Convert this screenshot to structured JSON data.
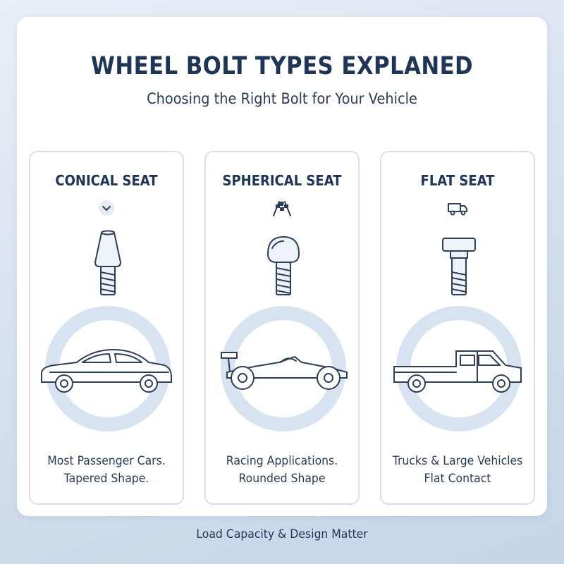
{
  "header": {
    "title": "WHEEL BOLT TYPES EXPLANED",
    "subtitle": "Choosing the Right Bolt for Your Vehicle"
  },
  "panels": [
    {
      "title": "CONICAL SEAT",
      "icon": "chevron-down-icon",
      "bolt": "conical-bolt",
      "vehicle": "sedan",
      "desc_line1": "Most Passenger Cars.",
      "desc_line2": "Tapered Shape."
    },
    {
      "title": "SPHERICAL SEAT",
      "icon": "checkered-flags-icon",
      "bolt": "spherical-bolt",
      "vehicle": "race-car",
      "desc_line1": "Racing Applications.",
      "desc_line2": "Rounded Shape"
    },
    {
      "title": "FLAT SEAT",
      "icon": "truck-icon",
      "bolt": "flat-bolt",
      "vehicle": "pickup-truck",
      "desc_line1": "Trucks & Large Vehicles",
      "desc_line2": "Flat Contact"
    }
  ],
  "footer": {
    "text": "Load Capacity & Design Matter"
  },
  "colors": {
    "heading": "#1f3556",
    "text": "#2a3b52",
    "panel_border": "#d6e1ee",
    "ring": "#d7e3f1",
    "background": "#d3dfed"
  }
}
